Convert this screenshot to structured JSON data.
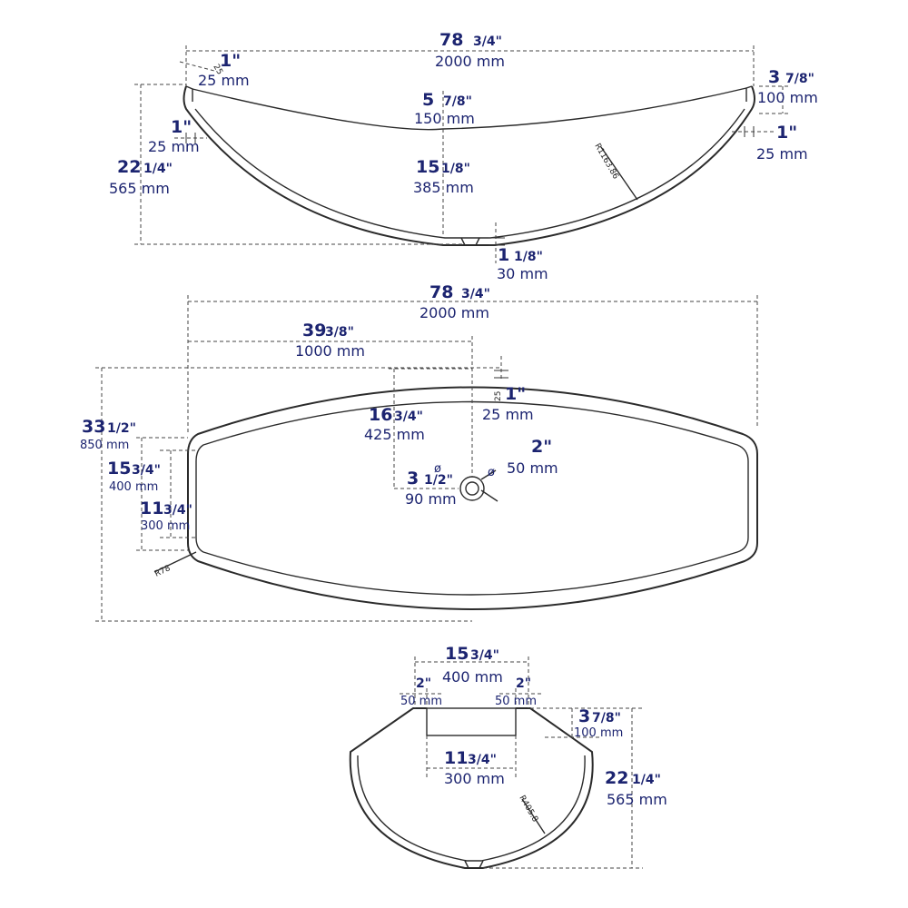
{
  "side_view": {
    "length_in": "78",
    "length_frac": "3/4\"",
    "length_mm": "2000 mm",
    "left_lip_in": "1\"",
    "left_lip_mm": "25 mm",
    "left_lip_small": "25",
    "rim_drop_in": "5",
    "rim_drop_frac": "7/8\"",
    "rim_drop_mm": "150 mm",
    "right_h_in": "3",
    "right_h_frac": "7/8\"",
    "right_h_mm": "100 mm",
    "left_wall_in": "1\"",
    "left_wall_mm": "25 mm",
    "right_wall_in": "1\"",
    "right_wall_mm": "25 mm",
    "height_in": "22",
    "height_frac": "1/4\"",
    "height_mm": "565 mm",
    "depth_in": "15",
    "depth_frac": "1/8\"",
    "depth_mm": "385 mm",
    "radius": "R1163.86",
    "base_in": "1",
    "base_frac": "1/8\"",
    "base_mm": "30 mm"
  },
  "top_view": {
    "length_in": "78",
    "length_frac": "3/4\"",
    "length_mm": "2000 mm",
    "half_in": "39",
    "half_frac": "3/8\"",
    "half_mm": "1000 mm",
    "rim_in": "1\"",
    "rim_mm": "25 mm",
    "rim_small": "25",
    "drain_off_in": "16",
    "drain_off_frac": "3/4\"",
    "drain_off_mm": "425 mm",
    "drain_in": "2\"",
    "drain_mm": "50 mm",
    "phi": "ø",
    "drain_outer_in": "3",
    "drain_outer_frac": "1/2\"",
    "drain_outer_mm": "90 mm",
    "width_in": "33",
    "width_frac": "1/2\"",
    "width_mm": "850 mm",
    "end_outer_in": "15",
    "end_outer_frac": "3/4\"",
    "end_outer_mm": "400 mm",
    "end_inner_in": "11",
    "end_inner_frac": "3/4\"",
    "end_inner_mm": "300 mm",
    "corner_radius": "R78"
  },
  "end_view": {
    "top_in": "15",
    "top_frac": "3/4\"",
    "top_mm": "400 mm",
    "left_step_in": "2\"",
    "left_step_mm": "50 mm",
    "right_step_in": "2\"",
    "right_step_mm": "50 mm",
    "step_h_in": "3",
    "step_h_frac": "7/8\"",
    "step_h_mm": "100 mm",
    "inner_in": "11",
    "inner_frac": "3/4\"",
    "inner_mm": "300 mm",
    "height_in": "22",
    "height_frac": "1/4\"",
    "height_mm": "565 mm",
    "radius": "R405.8"
  }
}
